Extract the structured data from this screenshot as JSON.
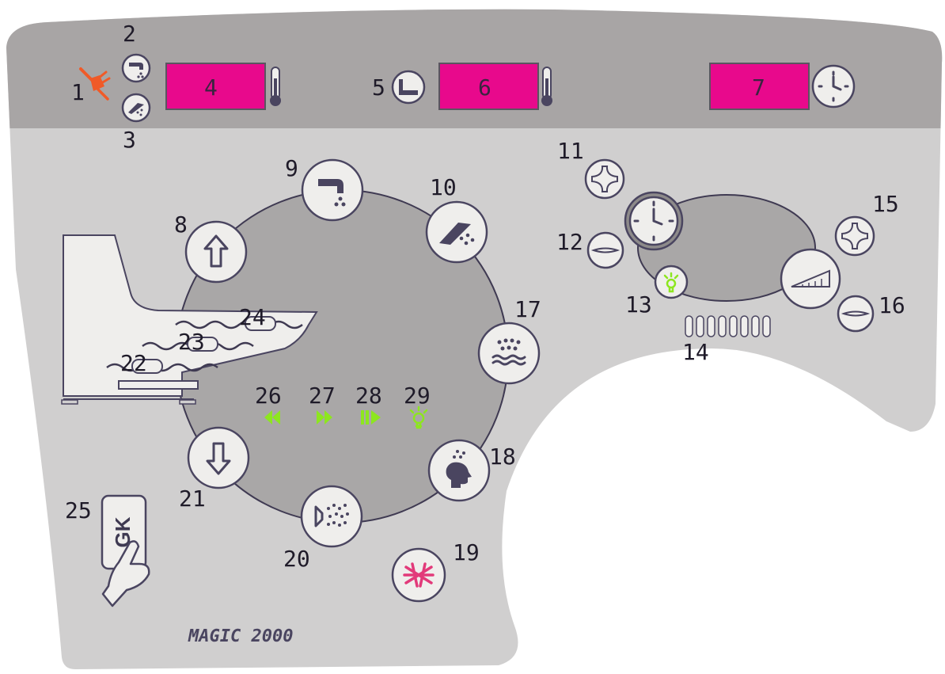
{
  "labels": {
    "n1": "1",
    "n2": "2",
    "n3": "3",
    "n4": "4",
    "n5": "5",
    "n6": "6",
    "n7": "7",
    "n8": "8",
    "n9": "9",
    "n10": "10",
    "n11": "11",
    "n12": "12",
    "n13": "13",
    "n14": "14",
    "n15": "15",
    "n16": "16",
    "n17": "17",
    "n18": "18",
    "n19": "19",
    "n20": "20",
    "n21": "21",
    "n22": "22",
    "n23": "23",
    "n24": "24",
    "n25": "25",
    "n26": "26",
    "n27": "27",
    "n28": "28",
    "n29": "29"
  },
  "gk_label": "GK",
  "brand": "MAGIC 2000",
  "colors": {
    "top_band": "#a8a5a5",
    "panel": "#d0cfcf",
    "circle": "#a9a7a7",
    "display": "#e8098c",
    "button": "#efeeec",
    "outline": "#4a4560",
    "led_green": "#8de61f",
    "plug_orange": "#f05a28"
  },
  "icons": {
    "n1": "plug-icon",
    "n2": "faucet-icon",
    "n3": "shower-icon",
    "n4": "thermometer-icon",
    "n5": "tub-icon",
    "n6": "thermometer-icon",
    "n7": "clock-icon",
    "n8": "arrow-up-icon",
    "n9": "faucet-icon",
    "n10": "shower-icon",
    "n11": "plus-icon",
    "n12": "minus-icon",
    "n13": "bulb-icon",
    "n15": "plus-icon",
    "n16": "minus-icon",
    "n17": "rain-waves-icon",
    "n18": "head-shower-icon",
    "n19": "bubbles-icon",
    "n20": "spray-icon",
    "n21": "arrow-down-icon",
    "n25": "hand-card-icon",
    "n26": "rewind-icon",
    "n27": "fast-forward-icon",
    "n28": "play-pause-icon",
    "n29": "bulb-icon"
  }
}
